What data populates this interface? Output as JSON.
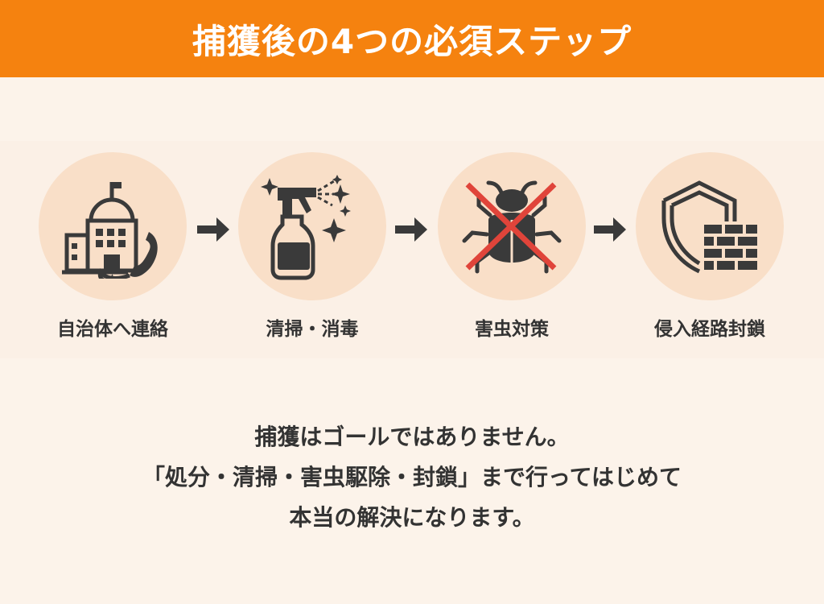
{
  "title": "捕獲後の4つの必須ステップ",
  "steps": [
    {
      "label": "自治体へ連絡",
      "icon": "city-hall-phone-icon"
    },
    {
      "label": "清掃・消毒",
      "icon": "spray-bottle-icon"
    },
    {
      "label": "害虫対策",
      "icon": "crossed-bug-icon"
    },
    {
      "label": "侵入経路封鎖",
      "icon": "shield-brick-wall-icon"
    }
  ],
  "message": [
    "捕獲はゴールではありません。",
    "「処分・清掃・害虫駆除・封鎖」まで行ってはじめて",
    "本当の解決になります。"
  ],
  "colors": {
    "header": "#f5820f",
    "background": "#fcf3ea",
    "circle": "#f9dfc8",
    "icon": "#3a3a3a",
    "cross": "#e0443a"
  }
}
